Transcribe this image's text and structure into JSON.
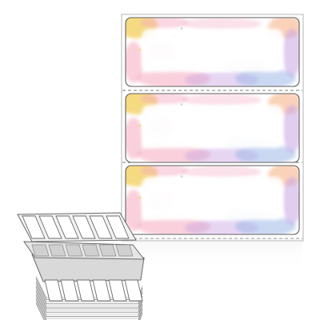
{
  "product": {
    "sheet": {
      "label_count": 3,
      "feed": "fanfold"
    },
    "stack": {
      "columns": 6
    }
  },
  "colors": {
    "background": "#ffffff",
    "sheet_border": "#b5b5b5",
    "label_border": "#5f5f5f",
    "perforation": "#7a7a7a",
    "stack_face": "#f2f2f2",
    "stack_edge": "#6a6a6a",
    "watercolor": [
      "#f3d36b",
      "#f4a9c0",
      "#c9a4e3",
      "#9fb8e8",
      "#f7b48a",
      "#8fd0c9"
    ]
  }
}
